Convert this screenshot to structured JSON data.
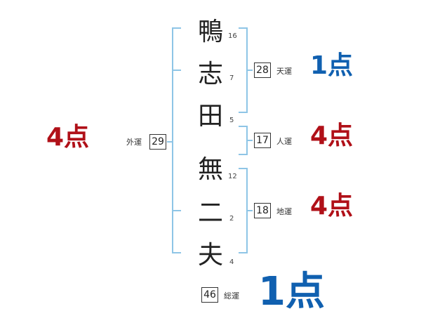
{
  "name": {
    "chars": [
      {
        "char": "鴨",
        "strokes": "16"
      },
      {
        "char": "志",
        "strokes": "7"
      },
      {
        "char": "田",
        "strokes": "5"
      },
      {
        "char": "無",
        "strokes": "12"
      },
      {
        "char": "二",
        "strokes": "2"
      },
      {
        "char": "夫",
        "strokes": "4"
      }
    ]
  },
  "fortunes": {
    "ten": {
      "value": "28",
      "label": "天運",
      "score": "1点"
    },
    "jin": {
      "value": "17",
      "label": "人運",
      "score": "4点"
    },
    "chi": {
      "value": "18",
      "label": "地運",
      "score": "4点"
    },
    "gai": {
      "value": "29",
      "label": "外運",
      "score": "4点"
    },
    "sou": {
      "value": "46",
      "label": "総運",
      "score": "1点"
    }
  },
  "colors": {
    "bracket": "#8ec5e6",
    "good": "#1060b0",
    "bad": "#b01018",
    "ink": "#222222"
  }
}
